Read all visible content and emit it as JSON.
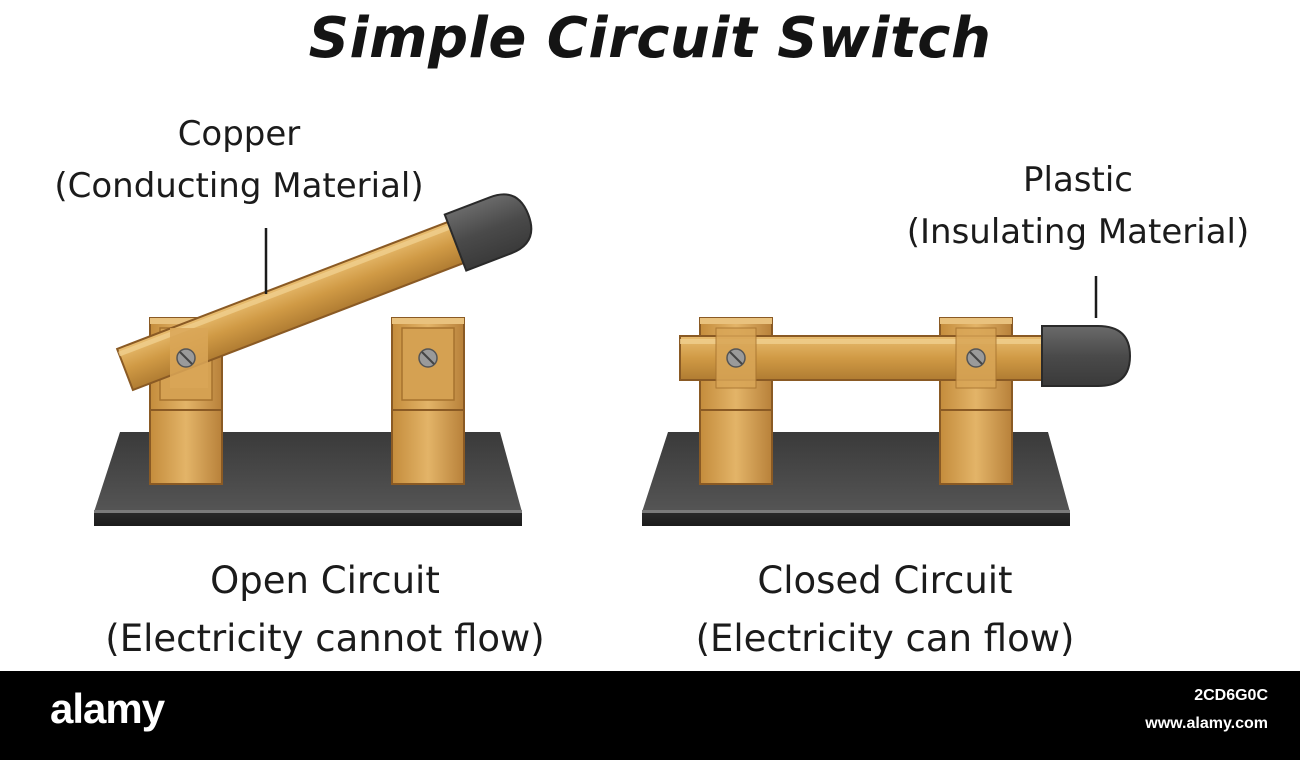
{
  "title": "Simple Circuit Switch",
  "labels": {
    "copper": {
      "line1": "Copper",
      "line2": "(Conducting Material)"
    },
    "plastic": {
      "line1": "Plastic",
      "line2": "(Insulating Material)"
    }
  },
  "switches": [
    {
      "caption": "Open Circuit",
      "subcaption": "(Electricity cannot flow)",
      "state": "open"
    },
    {
      "caption": "Closed Circuit",
      "subcaption": "(Electricity can flow)",
      "state": "closed"
    }
  ],
  "colors": {
    "copper": "#c9913e",
    "copper_light": "#e6b96a",
    "copper_dark": "#9c6a2a",
    "plastic": "#4a4a4a",
    "base": "#2e2e2e"
  },
  "watermark": {
    "brand": "alamy",
    "image_id": "2CD6G0C",
    "site": "www.alamy.com"
  }
}
